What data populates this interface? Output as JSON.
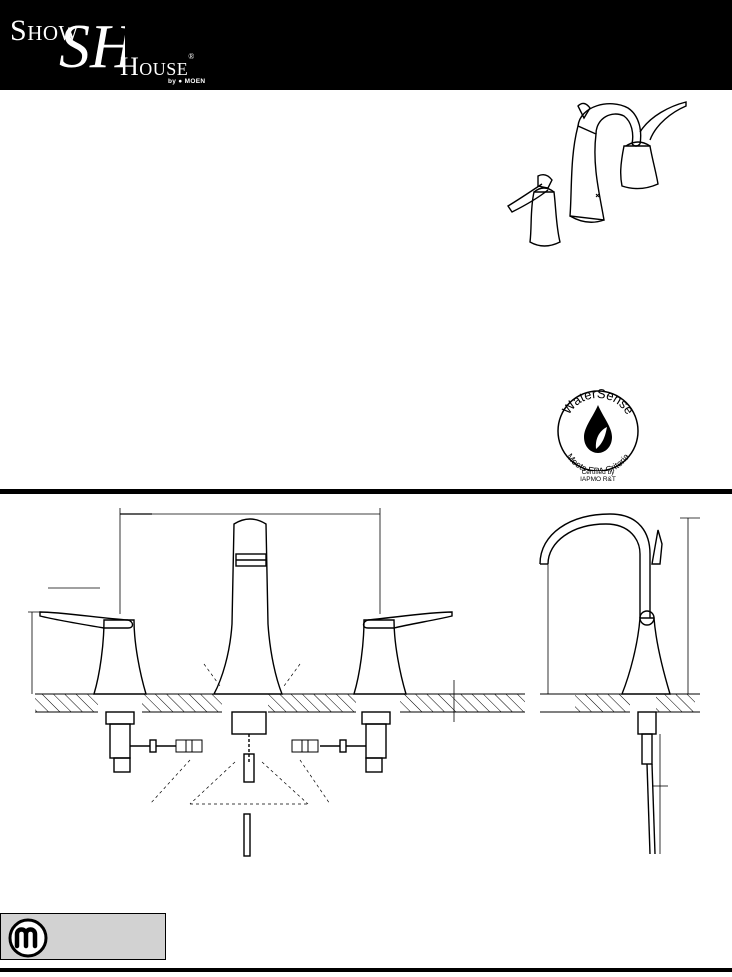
{
  "brand": {
    "show_first": "S",
    "show_rest": "HOW",
    "house_first": "H",
    "house_rest": "OUSE",
    "by": "by",
    "moen": "MOEN",
    "trademark": "®",
    "monogram": "SH"
  },
  "watersense": {
    "arc_top": "WaterSense",
    "arc_bottom": "Meets EPA Criteria",
    "cert_line1": "Certified by",
    "cert_line2": "IAPMO R&T"
  },
  "colors": {
    "header_bg": "#000000",
    "footer_badge_bg": "#d2d2d2",
    "line": "#000000"
  },
  "icons": {
    "moen_logo": "moen-m-logo-icon",
    "watersense_drop": "water-drop-leaf-icon"
  }
}
